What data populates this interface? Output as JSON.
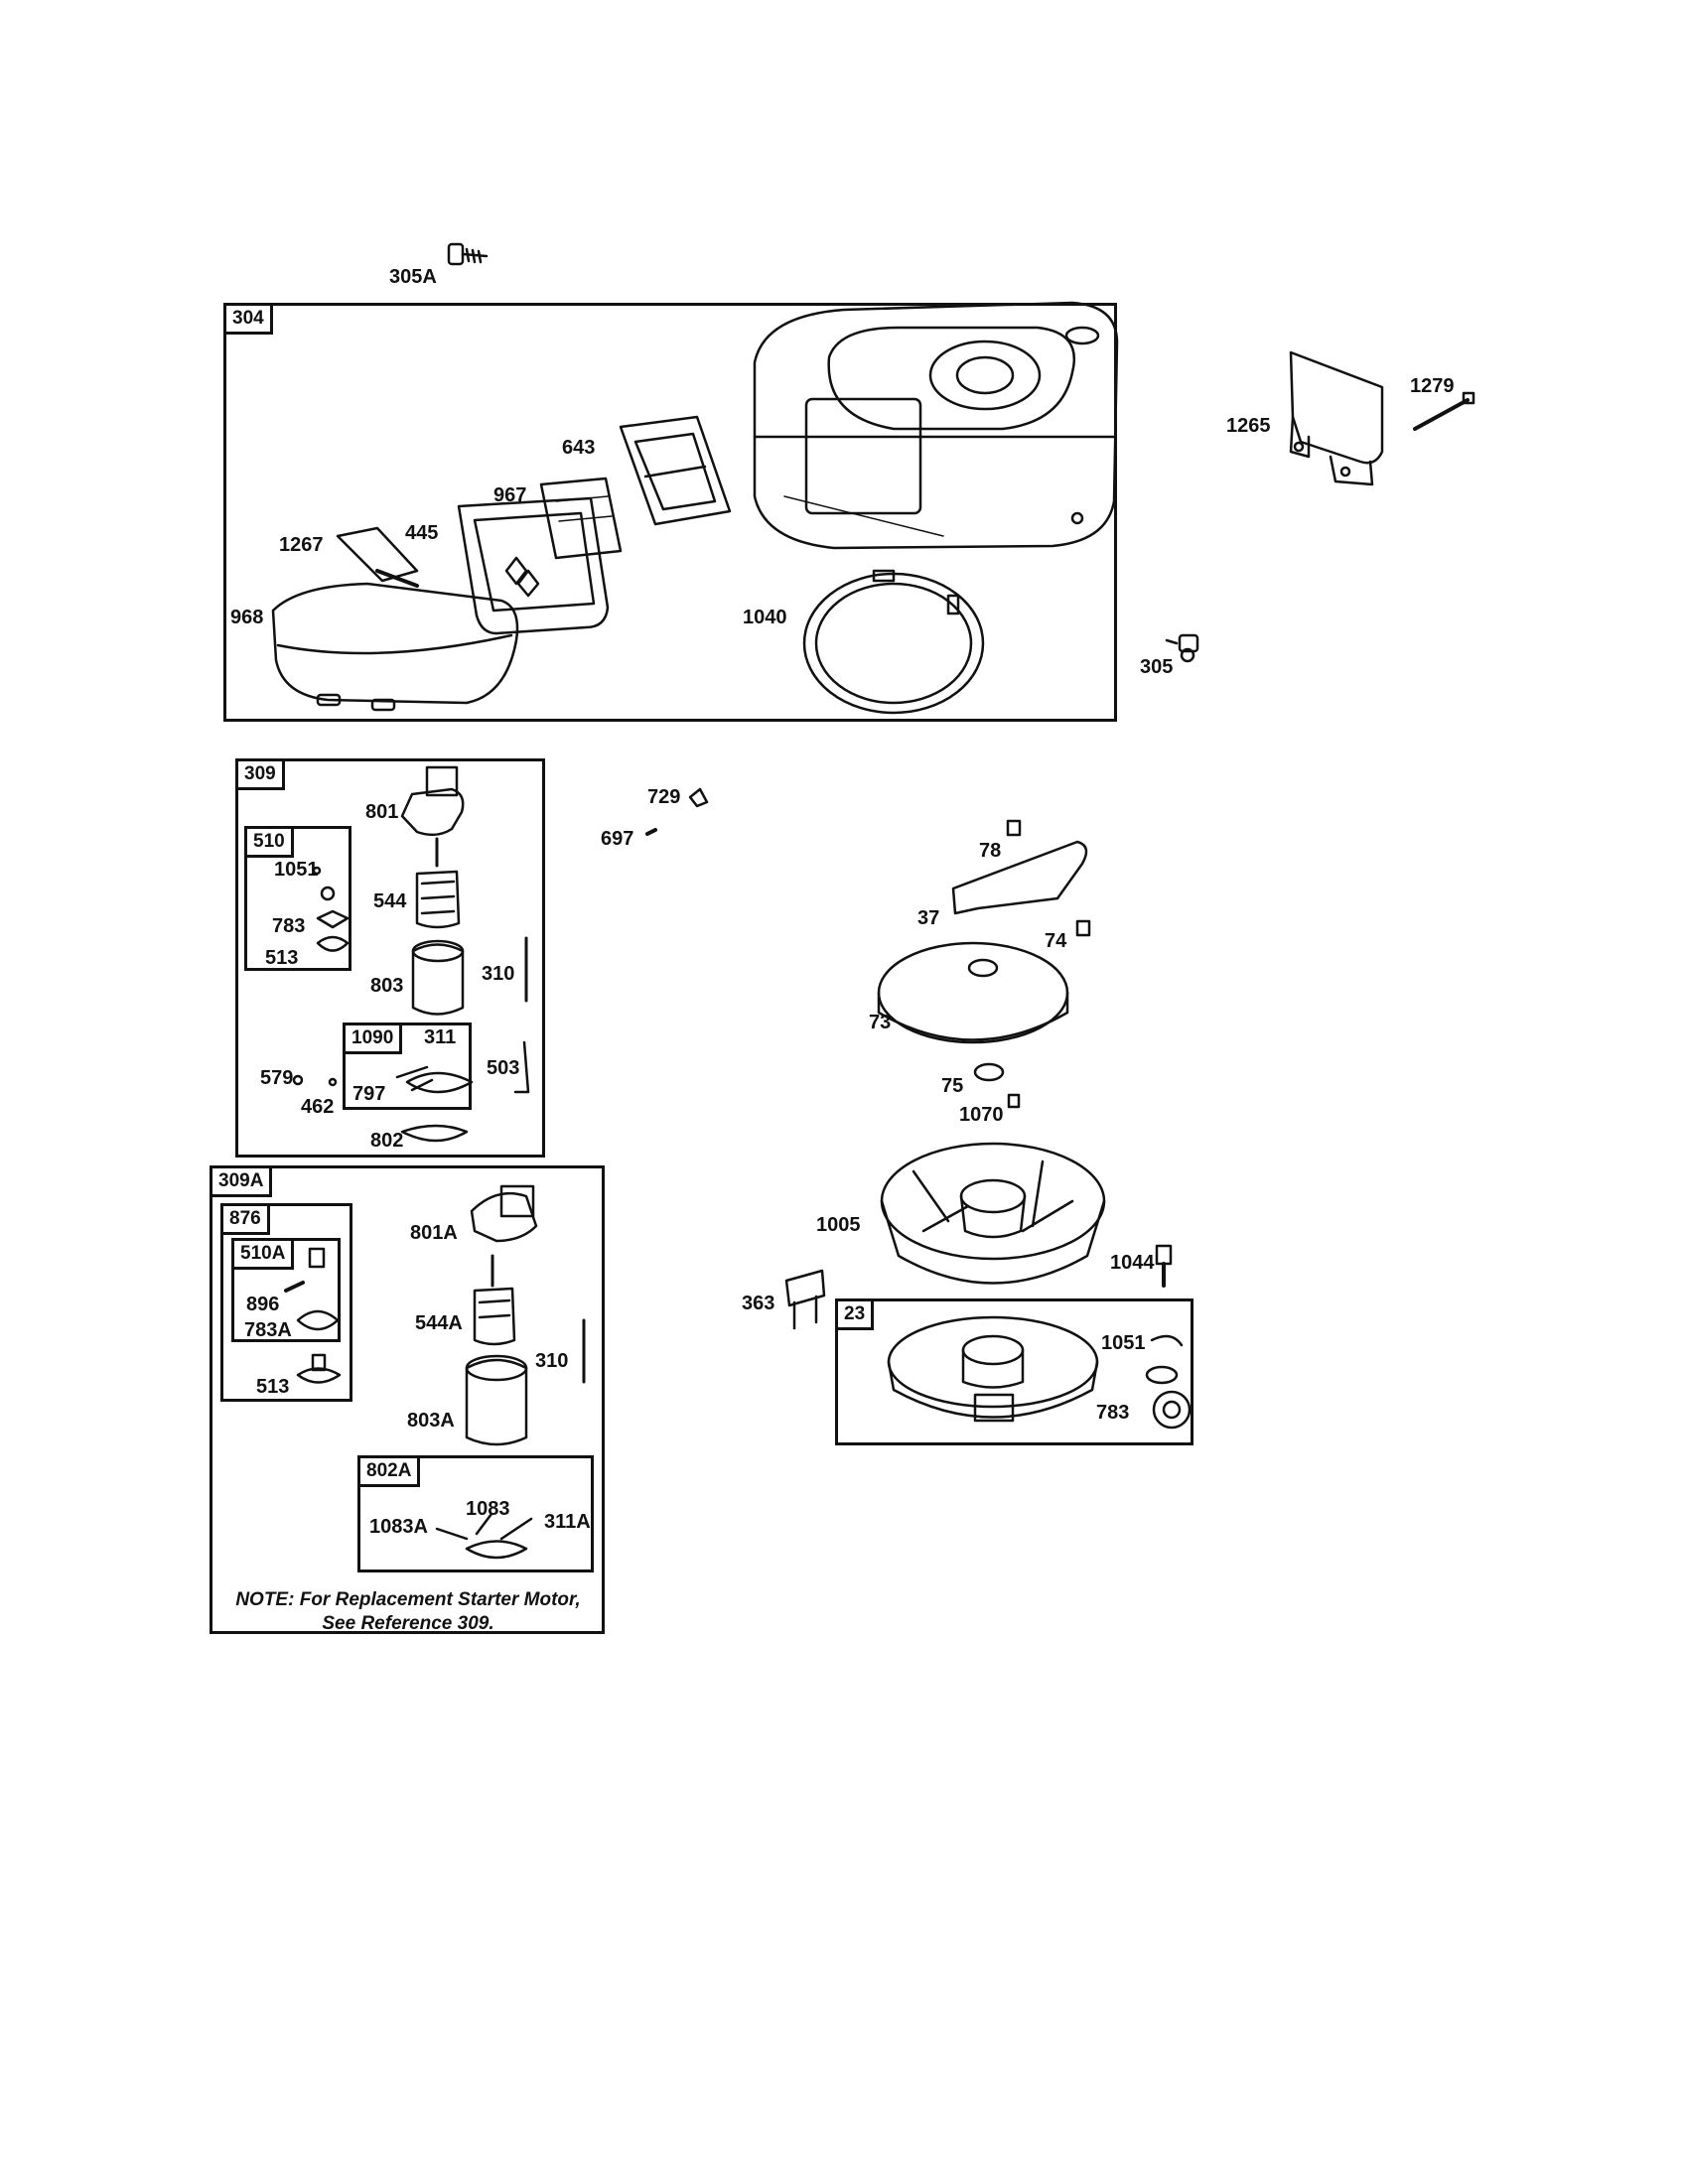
{
  "groups": {
    "g304": "304",
    "g309": "309",
    "g510": "510",
    "g1090": "1090",
    "g309A": "309A",
    "g876": "876",
    "g510A": "510A",
    "g802A": "802A",
    "g23": "23"
  },
  "labels": {
    "l305A": "305A",
    "l643": "643",
    "l967": "967",
    "l445": "445",
    "l1267": "1267",
    "l968": "968",
    "l1040": "1040",
    "l305": "305",
    "l1265": "1265",
    "l1279": "1279",
    "l801": "801",
    "l1051a": "1051",
    "l544": "544",
    "l783a": "783",
    "l513a": "513",
    "l803": "803",
    "l310a": "310",
    "l311": "311",
    "l579": "579",
    "l797": "797",
    "l462": "462",
    "l503": "503",
    "l802": "802",
    "l729": "729",
    "l697": "697",
    "l78": "78",
    "l37": "37",
    "l74": "74",
    "l73": "73",
    "l75": "75",
    "l1070": "1070",
    "l1005": "1005",
    "l1044": "1044",
    "l363": "363",
    "l1051b": "1051",
    "l783b": "783",
    "l801A": "801A",
    "l544A": "544A",
    "l896": "896",
    "l783A": "783A",
    "l310b": "310",
    "l513b": "513",
    "l803A": "803A",
    "l1083": "1083",
    "l1083A": "1083A",
    "l311A": "311A"
  },
  "note": {
    "prefix": "NOTE:",
    "line1": " For Replacement Starter Motor,",
    "line2": "See Reference 309."
  }
}
